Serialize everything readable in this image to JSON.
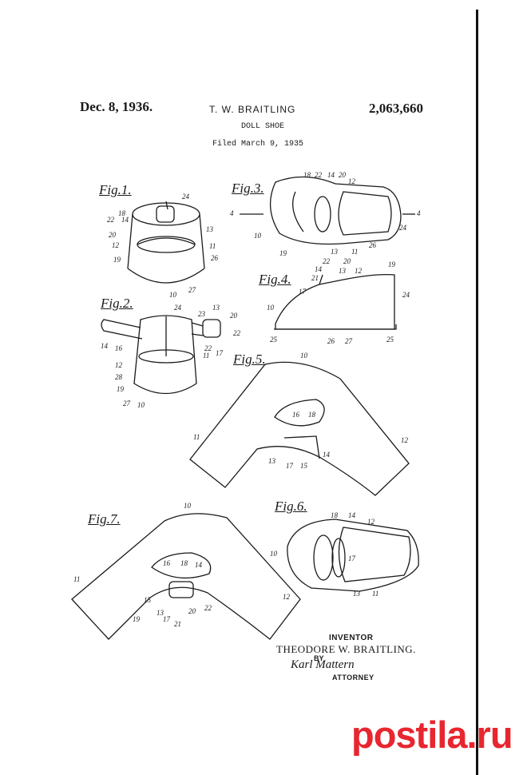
{
  "header": {
    "date": "Dec. 8, 1936.",
    "inventor": "T. W. BRAITLING",
    "patent_number": "2,063,660",
    "title": "DOLL SHOE",
    "filed": "Filed March 9, 1935"
  },
  "figures": {
    "fig1": {
      "label": "Fig.1.",
      "refs": [
        "24",
        "18",
        "22",
        "14",
        "20",
        "12",
        "19",
        "13",
        "11",
        "26",
        "27",
        "10"
      ]
    },
    "fig2": {
      "label": "Fig.2.",
      "refs": [
        "24",
        "23",
        "13",
        "20",
        "14",
        "16",
        "12",
        "28",
        "19",
        "27",
        "10",
        "22",
        "17",
        "11",
        "22"
      ]
    },
    "fig3": {
      "label": "Fig.3.",
      "refs": [
        "18",
        "22",
        "14",
        "20",
        "12",
        "4",
        "4",
        "10",
        "24",
        "19",
        "13",
        "11",
        "26"
      ]
    },
    "fig4": {
      "label": "Fig.4.",
      "refs": [
        "22",
        "20",
        "14",
        "13",
        "12",
        "19",
        "21",
        "17",
        "24",
        "10",
        "25",
        "26",
        "27",
        "25"
      ]
    },
    "fig5": {
      "label": "Fig.5.",
      "refs": [
        "10",
        "16",
        "18",
        "11",
        "12",
        "13",
        "17",
        "15",
        "14"
      ]
    },
    "fig6": {
      "label": "Fig.6.",
      "refs": [
        "18",
        "14",
        "12",
        "10",
        "17",
        "13",
        "11"
      ]
    },
    "fig7": {
      "label": "Fig.7.",
      "refs": [
        "10",
        "11",
        "16",
        "18",
        "14",
        "15",
        "12",
        "13",
        "17",
        "20",
        "22",
        "19",
        "21"
      ]
    }
  },
  "signature": {
    "inventor_heading": "INVENTOR",
    "inventor_name": "THEODORE W. BRAITLING.",
    "by": "BY",
    "attorney_signature": "Karl Mattern",
    "attorney_label": "ATTORNEY"
  },
  "watermark": "postila.ru",
  "colors": {
    "ink": "#1a1a1a",
    "watermark": "#e8262f"
  }
}
